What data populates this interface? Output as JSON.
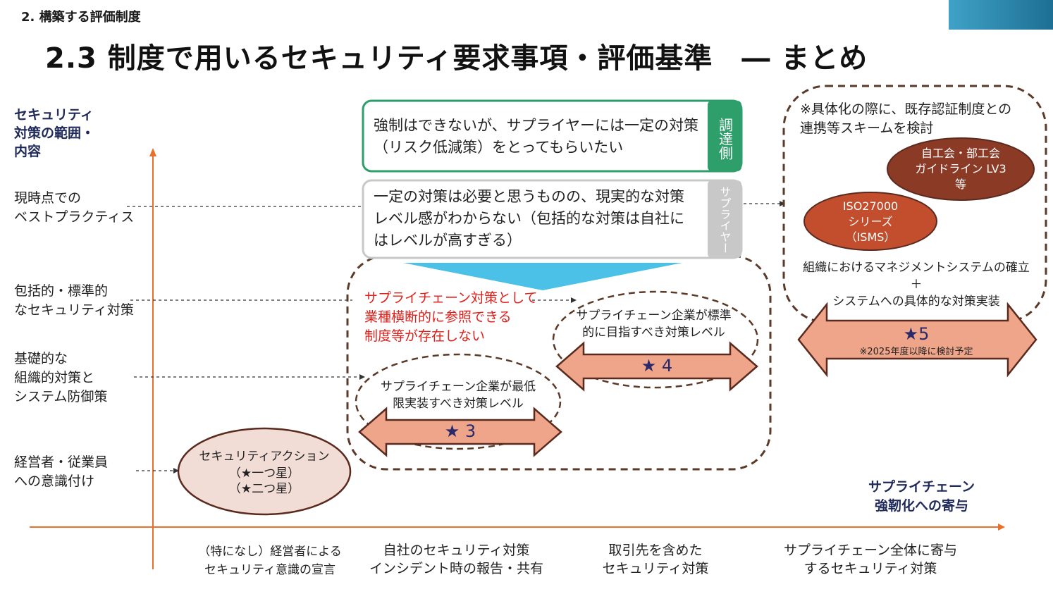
{
  "header": {
    "section": "2. 構築する評価制度",
    "title": "2.3 制度で用いるセキュリティ要求事項・評価基準　― まとめ"
  },
  "y_axis": {
    "label": "セキュリティ\n対策の範囲・\n内容",
    "levels": [
      "現時点での\nベストプラクティス",
      "包括的・標準的\nなセキュリティ対策",
      "基礎的な\n組織的対策と\nシステム防御策",
      "経営者・従業員\nへの意識付け"
    ]
  },
  "x_axis": {
    "label": "サプライチェーン\n強靭化への寄与",
    "categories": [
      "（特になし）経営者による\nセキュリティ意識の宣言",
      "自社のセキュリティ対策\nインシデント時の報告・共有",
      "取引先を含めた\nセキュリティ対策",
      "サプライチェーン全体に寄与\nするセキュリティ対策"
    ]
  },
  "procurement_box": {
    "text": "強制はできないが、サプライヤーには一定の対策\n（リスク低減策）をとってもらいたい",
    "tag": "調達側"
  },
  "supplier_box": {
    "text": "一定の対策は必要と思うものの、現実的な対策\nレベル感がわからない（包括的な対策は自社に\nはレベルが高すぎる）",
    "tag": "サプライヤー"
  },
  "gap_note": "サプライチェーン対策として\n業種横断的に参照できる\n制度等が存在しない",
  "security_action": {
    "line1": "セキュリティアクション",
    "line2": "（★一つ星）",
    "line3": "（★二つ星）"
  },
  "star3": {
    "label": "サプライチェーン企業が最低\n限実装すべき対策レベル",
    "star": "★ 3"
  },
  "star4": {
    "label": "サプライチェーン企業が標準\n的に目指すべき対策レベル",
    "star": "★ 4"
  },
  "star5": {
    "note": "※具体化の際に、既存認証制度との\n連携等スキームを検討",
    "cert_jama": "自工会・部工会\nガイドライン LV3\n等",
    "cert_iso": "ISO27000\nシリーズ\n（ISMS）",
    "mgmt": "組織におけるマネジメントシステムの確立\n＋\nシステムへの具体的な対策実装",
    "star": "★5",
    "star_note": "※2025年度以降に検討予定"
  },
  "colors": {
    "axis": "#e8702a",
    "dashed_border": "#5b3a28",
    "procurement_green": "#2e9e6b",
    "supplier_gray": "#c8c8c8",
    "arrow_fill": "#eea58a",
    "cert_dark": "#8b3a26",
    "cert_orange": "#c24e2e",
    "funnel_blue": "#4cc1e8",
    "security_action_fill": "#f2dcd6"
  }
}
